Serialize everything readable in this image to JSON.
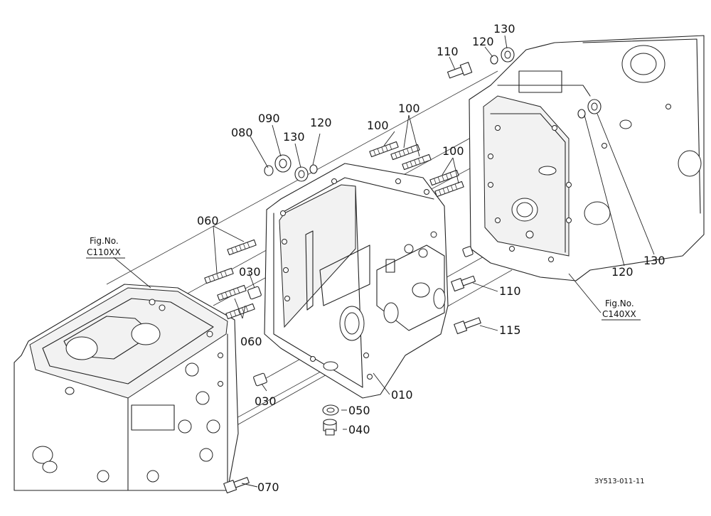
{
  "diagram": {
    "drawing_code": "3Y513-011-11",
    "figure_refs": [
      {
        "label": "Fig.No.",
        "code": "C110XX"
      },
      {
        "label": "Fig.No.",
        "code": "C140XX"
      }
    ],
    "callouts": [
      {
        "id": "callout-010",
        "text": "010"
      },
      {
        "id": "callout-030-upper",
        "text": "030"
      },
      {
        "id": "callout-030-lower",
        "text": "030"
      },
      {
        "id": "callout-040",
        "text": "040"
      },
      {
        "id": "callout-050",
        "text": "050"
      },
      {
        "id": "callout-060-upper",
        "text": "060"
      },
      {
        "id": "callout-060-lower",
        "text": "060"
      },
      {
        "id": "callout-070",
        "text": "070"
      },
      {
        "id": "callout-080",
        "text": "080"
      },
      {
        "id": "callout-090",
        "text": "090"
      },
      {
        "id": "callout-100-left",
        "text": "100"
      },
      {
        "id": "callout-100-center",
        "text": "100"
      },
      {
        "id": "callout-100-right",
        "text": "100"
      },
      {
        "id": "callout-110-top",
        "text": "110"
      },
      {
        "id": "callout-110-mid",
        "text": "110"
      },
      {
        "id": "callout-115",
        "text": "115"
      },
      {
        "id": "callout-120-top",
        "text": "120"
      },
      {
        "id": "callout-120-left",
        "text": "120"
      },
      {
        "id": "callout-120-right",
        "text": "120"
      },
      {
        "id": "callout-130-top",
        "text": "130"
      },
      {
        "id": "callout-130-left",
        "text": "130"
      },
      {
        "id": "callout-130-right",
        "text": "130"
      }
    ]
  }
}
